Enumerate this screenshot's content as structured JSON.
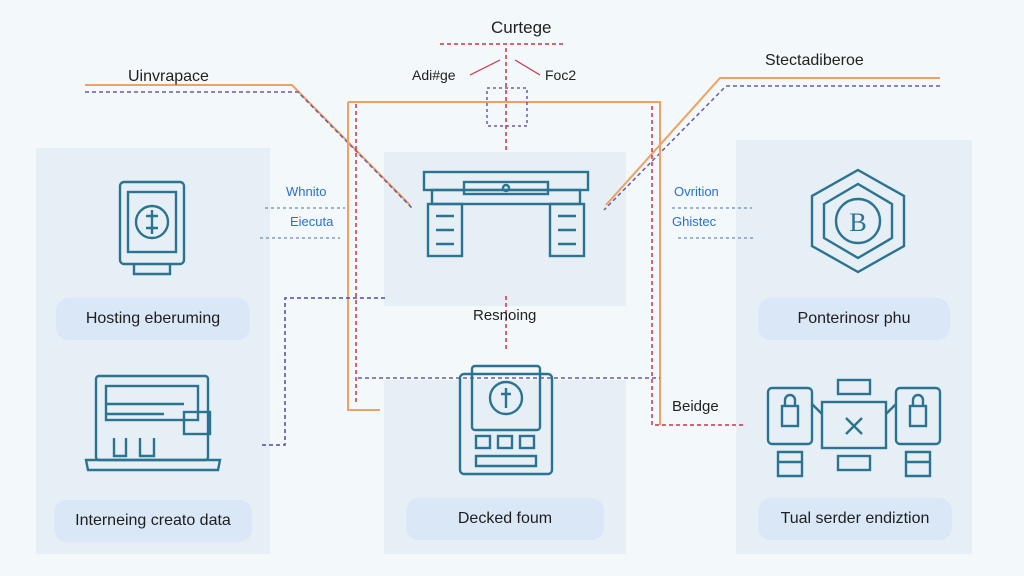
{
  "top_labels": {
    "top_center": "Curtege",
    "top_left": "Uinvrapace",
    "top_right": "Stectadiberoe",
    "center_left_small": "Adi#ge",
    "center_right_small": "Foc2"
  },
  "side_labels": {
    "left_upper": "Whnito",
    "left_lower": "Eiecuta",
    "right_upper": "Ovrition",
    "right_lower": "Ghistec",
    "mid_connector": "Resnoing",
    "bridge": "Beidge"
  },
  "cards": {
    "hosting": "Hosting eberuming",
    "interneing": "Interneing creato data",
    "ponterinosr": "Ponterinosr phu",
    "decked": "Decked foum",
    "tual": "Tual serder endiztion"
  },
  "icons": [
    "wallet-icon",
    "laptop-icon",
    "desk-icon",
    "kiosk-icon",
    "hex-b-icon",
    "lock-devices-icon"
  ],
  "colors": {
    "panel": "#e6eff6",
    "pill": "#d9e7f7",
    "icon": "#2b7390",
    "wire_orange": "#f0a060",
    "wire_red": "#cc3344",
    "wire_purple": "#6a5aa8"
  }
}
